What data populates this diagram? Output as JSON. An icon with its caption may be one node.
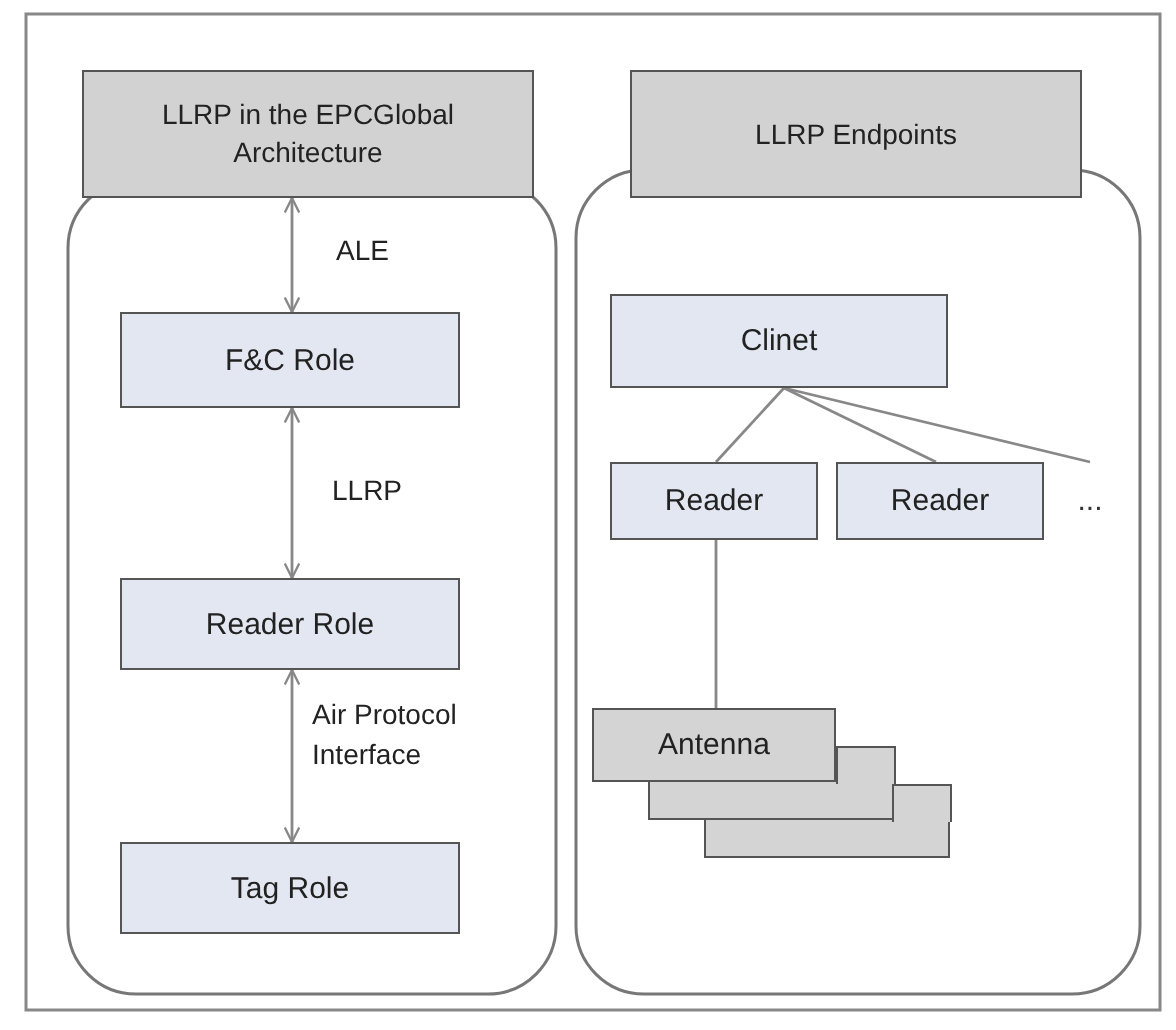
{
  "diagram": {
    "nodes": [
      {
        "text": [
          "LLRP in the EPCGlobal Architecture"
        ]
      },
      {
        "text": [
          "F&C Role"
        ],
        "in": 0
      },
      {
        "text": [
          "Reader Role"
        ],
        "in": 0
      },
      {
        "text": [
          "Tag Role"
        ],
        "in": 0
      },
      {
        "text": [
          "LLRP Endpoints"
        ]
      },
      {
        "text": [
          "Clinet"
        ],
        "in": 4
      },
      {
        "text": [
          "Reader"
        ],
        "in": 4
      },
      {
        "text": [
          "Reader"
        ],
        "in": 4
      },
      {
        "text": [
          "..."
        ],
        "in": 4
      },
      {
        "text": [
          "Antenna"
        ],
        "in": 4
      },
      {
        "text": [],
        "shape": "box",
        "in": 4
      },
      {
        "text": [],
        "shape": "box",
        "in": 4
      }
    ],
    "edges": [
      {
        "from": 0,
        "to": 1,
        "arrow": "both",
        "label": "ALE"
      },
      {
        "from": 1,
        "to": 2,
        "arrow": "both",
        "label": "LLRP"
      },
      {
        "from": 2,
        "to": 3,
        "arrow": "both",
        "label": "Air Protocol Interface"
      },
      {
        "from": 5,
        "to": 6,
        "arrow": "none"
      },
      {
        "from": 5,
        "to": 7,
        "arrow": "none"
      },
      {
        "from": 5,
        "to": 8,
        "arrow": "none"
      },
      {
        "from": 6,
        "to": 9,
        "arrow": "none"
      }
    ]
  }
}
